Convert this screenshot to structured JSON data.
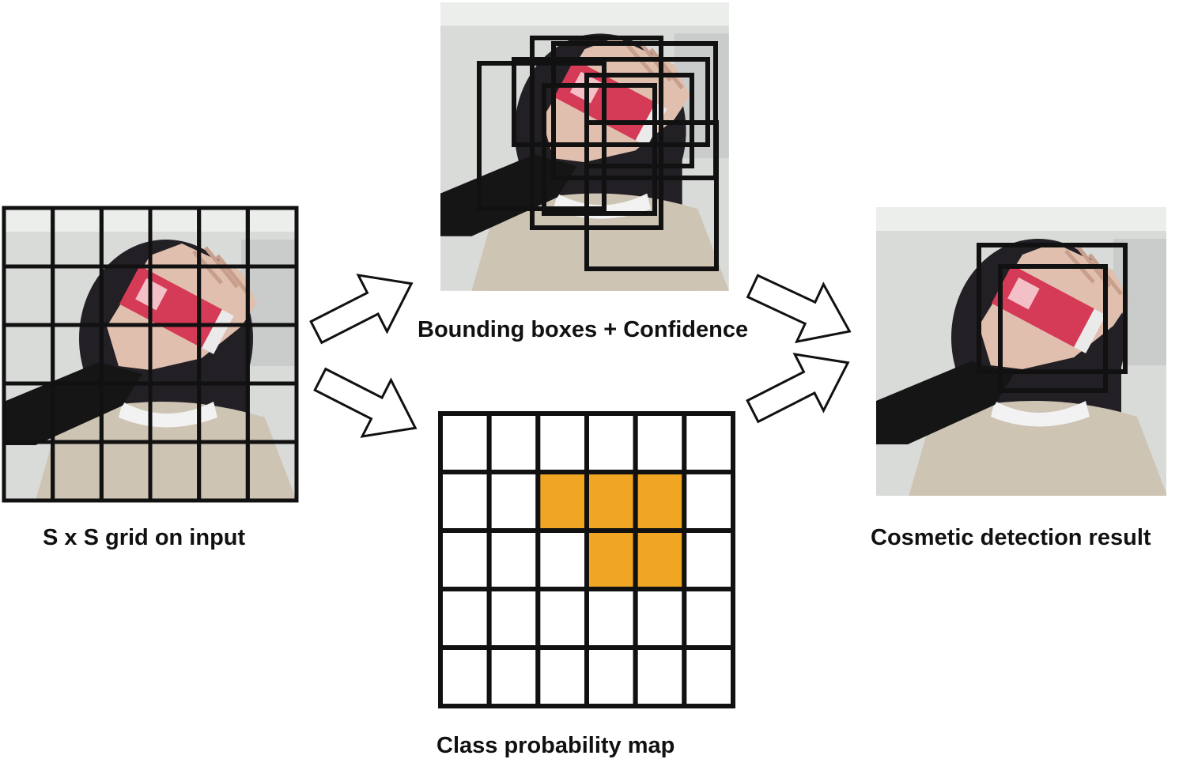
{
  "labels": {
    "input_grid": "S x S grid on input",
    "bounding_boxes": "Bounding boxes + Confidence",
    "class_map": "Class probability map",
    "result": "Cosmetic detection result"
  },
  "class_probability_map": {
    "rows": 5,
    "cols": 6,
    "highlighted_cells": [
      [
        1,
        2
      ],
      [
        1,
        3
      ],
      [
        1,
        4
      ],
      [
        2,
        3
      ],
      [
        2,
        4
      ]
    ]
  },
  "input_grid": {
    "rows": 5,
    "cols": 6
  },
  "colors": {
    "highlight": "#f0a623",
    "grid_line": "#111111",
    "background": "#ffffff",
    "photo_wall": "#d7d9d7",
    "hair": "#1e1d22",
    "skin": "#e0bfae",
    "product_red": "#d93a57",
    "sweater": "#cfc6b6"
  },
  "icons": [
    "arrow-icon",
    "arrow-icon",
    "arrow-icon",
    "arrow-icon"
  ]
}
